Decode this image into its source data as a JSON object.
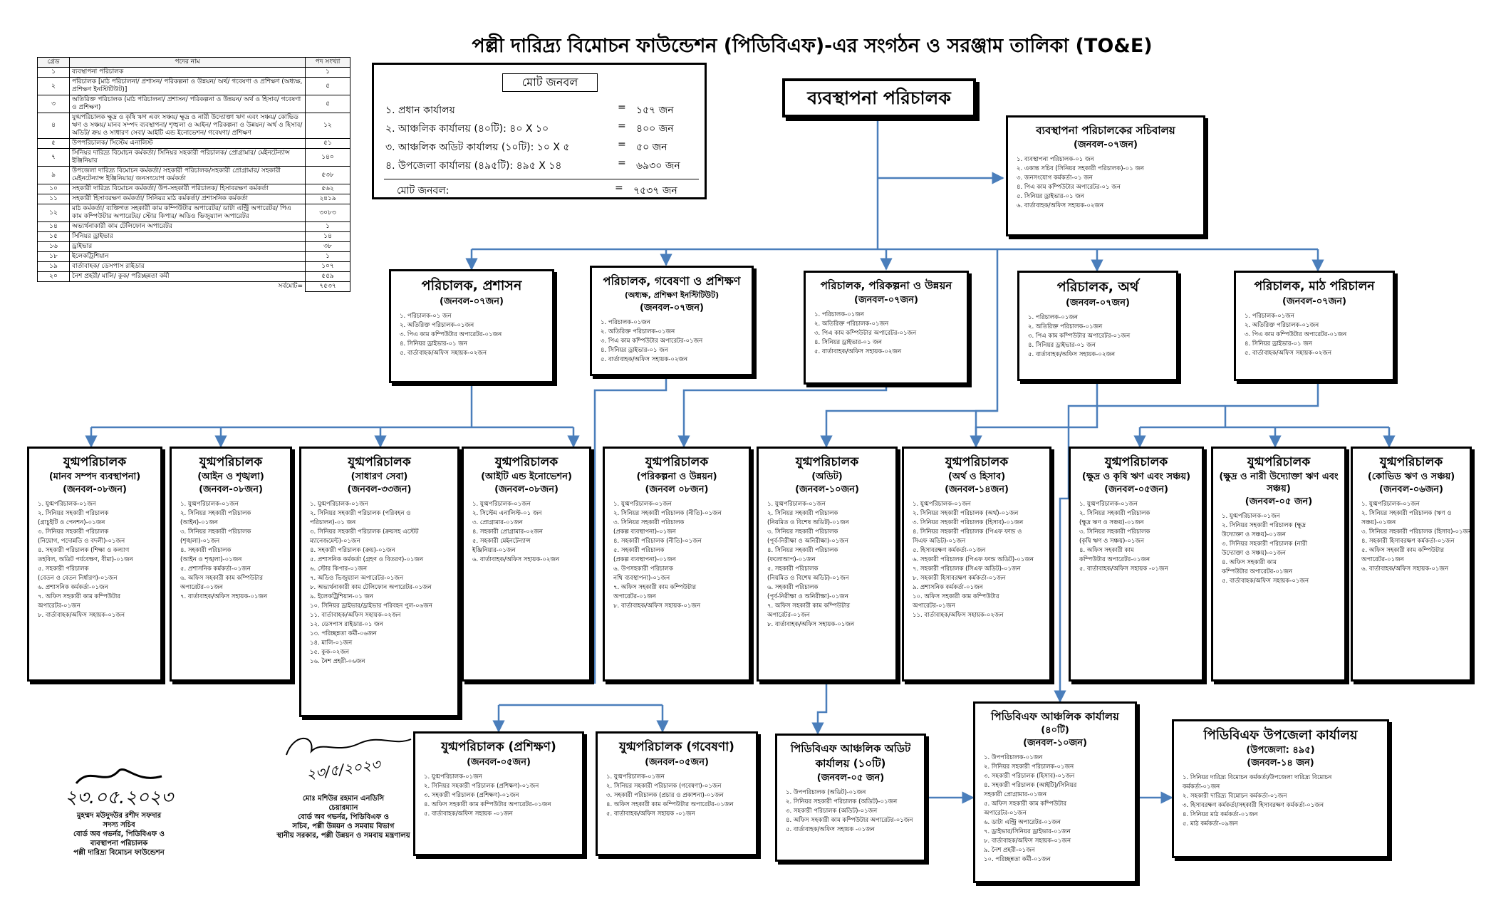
{
  "title": "পল্লী দারিদ্র্য বিমোচন ফাউন্ডেশন (পিডিবিএফ)-এর সংগঠন ও সরঞ্জাম তালিকা (TO&E)",
  "grade_table": {
    "headers": [
      "গ্রেড",
      "পদের নাম",
      "পদ সংখ্যা"
    ],
    "rows": [
      {
        "grade": "১",
        "post": "ব্যবস্থাপনা পরিচালক",
        "count": "১"
      },
      {
        "grade": "২",
        "post": "পরিচালক [মাঠ পরিচালনা/ প্রশাসন/ পরিকল্পনা ও উন্নয়ন/ অর্থ/ গবেষণা ও প্রশিক্ষণ (অধ্যক্ষ, প্রশিক্ষণ ইনস্টিটিউট)]",
        "count": "৫"
      },
      {
        "grade": "৩",
        "post": "অতিরিক্ত পরিচালক (মাঠ পরিচালনা/ প্রশাসন/ পরিকল্পনা ও উন্নয়ন/ অর্থ ও হিসাব/ গবেষণা ও প্রশিক্ষণ)",
        "count": "৫"
      },
      {
        "grade": "৪",
        "post": "যুগ্মপরিচালক ক্ষুদ্র ও কৃষি ঋণ এবং সঞ্চয়/ ক্ষুদ্র ও নারী উদ্যোক্তা ঋণ এবং সঞ্চয়/ কোভিড ঋণ ও সঞ্চয়/ মানব সম্পদ ব্যবস্থাপনা/ শৃঙ্খলা ও আইন/ পরিকল্পনা ও উন্নয়ন/ অর্থ ও হিসাব/ অডিট/ ক্রয় ও সাধারণ সেবা/ আইটি এন্ড ইনোভেশন/ গবেষণা/ প্রশিক্ষণ",
        "count": "১২"
      },
      {
        "grade": "৫",
        "post": "উপপরিচালক/ সিস্টেম এনালিস্ট",
        "count": "৫১"
      },
      {
        "grade": "৭",
        "post": "সিনিয়র দারিদ্র্য বিমোচন কর্মকর্তা/ সিনিয়র সহকারী পরিচালক/ প্রোগ্রামার/ মেইনটেন্যান্স ইঞ্জিনিয়ার",
        "count": "১৪০"
      },
      {
        "grade": "৯",
        "post": "উপজেলা দারিদ্র্য বিমোচন কর্মকর্তা/ সহকারী পরিচালক/সহকারী প্রোগ্রামার/ সহকারী মেইনটেন্যান্স ইঞ্জিনিয়ার/ জনসংযোগ কর্মকর্তা",
        "count": "৫৩৮"
      },
      {
        "grade": "১০",
        "post": "সহকারী দারিদ্র্য বিমোচন কর্মকর্তা/ উপ-সহকারী পরিচালক/ হিসাবরক্ষণ কর্মকর্তা",
        "count": "৫৬২"
      },
      {
        "grade": "১১",
        "post": "সহকারী হিসাবরক্ষণ কর্মকর্তা/ সিনিয়র মাঠ কর্মকর্তা/ প্রশাসনিক কর্মকর্তা",
        "count": "২৪১৯"
      },
      {
        "grade": "১২",
        "post": "মাঠ কর্মকর্তা/ ব্যক্তিগত সহকারী কাম কম্পিউটার অপারেটর/ ডাটা এন্ট্রি অপারেটর/ পিএ কাম কম্পিউটার অপারেটর/ স্টোর কিপার/ অডিও ভিজুয়্যাল অপারেটর",
        "count": "৩০৮৩"
      },
      {
        "grade": "১৪",
        "post": "অভ্যর্থনাকারী কাম টেলিফোন অপারেটর",
        "count": "১"
      },
      {
        "grade": "১৫",
        "post": "সিনিয়র ড্রাইভার",
        "count": "১৪"
      },
      {
        "grade": "১৬",
        "post": "ড্রাইভার",
        "count": "৩৮"
      },
      {
        "grade": "১৮",
        "post": "ইলেকট্রিশিয়ান",
        "count": "১"
      },
      {
        "grade": "১৯",
        "post": "বার্তাবাহক/ ডেসপাস রাইডার",
        "count": "১০৭"
      },
      {
        "grade": "২০",
        "post": "নৈশ প্রহরী/ মালি/ কুক/ পরিচ্ছন্নতা কর্মী",
        "count": "৫৫৯"
      }
    ],
    "total_label": "সর্বমোট=",
    "total_value": "৭৫৩৭"
  },
  "summary": {
    "heading": "মোট জনবল",
    "rows": [
      {
        "label": "১.   প্রধান কার্যালয়",
        "eq": "=",
        "value": "১৫৭ জন"
      },
      {
        "label": "২.   আঞ্চলিক কার্যালয় (৪০টি): ৪০ X ১০",
        "eq": "=",
        "value": "৪০০ জন"
      },
      {
        "label": "৩.   আঞ্চলিক অডিট কার্যালয় (১০টি): ১০ X ৫",
        "eq": "=",
        "value": "৫০ জন"
      },
      {
        "label": "৪.   উপজেলা কার্যালয় (৪৯৫টি): ৪৯৫ X ১৪",
        "eq": "=",
        "value": "৬৯৩০ জন"
      }
    ],
    "total_label": "মোট জনবল:",
    "total_eq": "=",
    "total_value": "৭৫৩৭ জন"
  },
  "md": "ব্যবস্থাপনা পরিচালক",
  "secretariat": {
    "title": "ব্যবস্থাপনা পরিচালকের সচিবালয়",
    "staff": "(জনবল-০৭জন)",
    "items": [
      "১.  ব্যবস্থাপনা পরিচালক-০১ জন",
      "২.  একান্ত সচিব (সিনিয়র সহকারী পরিচালক)-০১ জন",
      "৩.  জনসংযোগ কর্মকর্তা-০১ জন",
      "৪.  পিএ কাম কম্পিউটার অপারেটর-০১ জন",
      "৫.  সিনিয়র ড্রাইভার-০১ জন",
      "৬.  বার্তাবাহক/অফিস সহায়ক-০২জন"
    ]
  },
  "directors": [
    {
      "title": "পরিচালক, প্রশাসন",
      "sub": "",
      "staff": "(জনবল-০৭জন)",
      "items": [
        "১.  পরিচালক-০১ জন",
        "২.  অতিরিক্ত পরিচালক-০১জন",
        "৩.  পিএ কাম কম্পিউটার অপারেটর-০১জন",
        "৪.  সিনিয়র ড্রাইভার-০১ জন",
        "৫.  বার্তাবাহক/অফিস সহায়ক-০২জন"
      ]
    },
    {
      "title": "পরিচালক, গবেষণা ও প্রশিক্ষণ",
      "sub": "(অধ্যক্ষ, প্রশিক্ষণ ইনস্টিটিউট)",
      "staff": "(জনবল-০৭জন)",
      "items": [
        "১.  পরিচালক-০১জন",
        "২.  অতিরিক্ত পরিচালক-০১জন",
        "৩.  পিএ কাম কম্পিউটার অপারেটর-০১জন",
        "৪.  সিনিয়র ড্রাইভার-০১ জন",
        "৫.  বার্তাবাহক/অফিস সহায়ক-০২জন"
      ]
    },
    {
      "title": "পরিচালক, পরিকল্পনা ও উন্নয়ন",
      "sub": "",
      "staff": "(জনবল-০৭জন)",
      "items": [
        "১.  পরিচালক-০১জন",
        "২.  অতিরিক্ত পরিচালক-০১জন",
        "৩.  পিএ কাম কম্পিউটার অপারেটর-০১জন",
        "৪.  সিনিয়র ড্রাইভার-০১ জন",
        "৫.  বার্তাবাহক/অফিস সহায়ক-০২জন"
      ]
    },
    {
      "title": "পরিচালক, অর্থ",
      "sub": "",
      "staff": "(জনবল-০৭জন)",
      "items": [
        "১.  পরিচালক-০১জন",
        "২.  অতিরিক্ত পরিচালক-০১জন",
        "৩.  পিএ কাম কম্পিউটার অপারেটর-০১জন",
        "৪.  সিনিয়র ড্রাইভার-০১ জন",
        "৫.  বার্তাবাহক/অফিস সহায়ক-০২জন"
      ]
    },
    {
      "title": "পরিচালক, মাঠ পরিচালন",
      "sub": "",
      "staff": "(জনবল-০৭জন)",
      "items": [
        "১.  পরিচালক-০১জন",
        "২.  অতিরিক্ত পরিচালক-০১জন",
        "৩.  পিএ কাম কম্পিউটার অপারেটর-০১জন",
        "৪.  সিনিয়র ড্রাইভার-০১ জন",
        "৫.  বার্তাবাহক/অফিস সহায়ক-০২জন"
      ]
    }
  ],
  "joint_directors": [
    {
      "title": "যুগ্মপরিচালক",
      "sub": "(মানব সম্পদ ব্যবস্থাপনা)",
      "staff": "(জনবল-০৮জন)",
      "items": [
        "১.  যুগ্মপরিচালক-০১জন",
        "২.  সিনিয়র সহকারী পরিচালক",
        "     (গ্রাচুইটি ও পেনশন)-০১জন",
        "৩.  সিনিয়র সহকারী পরিচালক",
        "     (নিয়োগ, পদোন্নতি ও বদলী)-০১জন",
        "৪.  সহকারী পরিচালক (শিক্ষা ও কল্যাণ",
        "     তহবিল, অডিট পর্যবেক্ষণ, বীমা)-০১জন",
        "৫.  সহকারী পরিচালক",
        "     (বেতন ও বেতন নির্ধারণ)-০১জন",
        "৬.  প্রশাসনিক কর্মকর্তা-০১জন",
        "৭.  অফিস সহকারী কাম কম্পিউটার",
        "     অপারেটর-০১জন",
        "৮.  বার্তাবাহক/অফিস সহায়ক-০১জন"
      ]
    },
    {
      "title": "যুগ্মপরিচালক",
      "sub": "(আইন ও শৃঙ্খলা)",
      "staff": "(জনবল-০৮জন)",
      "items": [
        "১.  যুগ্মপরিচালক-০১জন",
        "২.  সিনিয়র সহকারী পরিচালক",
        "     (আইন)-০১জন",
        "৩.  সিনিয়র সহকারী পরিচালক",
        "     (শৃঙ্খলা)-০১জন",
        "৪.  সহকারী পরিচালক",
        "     (আইন ও শৃঙ্খলা)-০১জন",
        "৫.  প্রশাসনিক কর্মকর্তা-০১জন",
        "৬.  অফিস সহকারী কাম কম্পিউটার",
        "     অপারেটর-০১জন",
        "৭.  বার্তাবাহক/অফিস সহায়ক-০১জন"
      ]
    },
    {
      "title": "যুগ্মপরিচালক",
      "sub": "(সাধারণ সেবা)",
      "staff": "(জনবল-৩৩জন)",
      "items": [
        "১.  যুগ্মপরিচালক-০১জন",
        "২.  সিনিয়র সহকারী পরিচালক (পরিবহন ও",
        "     পরিচালন)-০১ জন",
        "৩.  সিনিয়র সহকারী পরিচালক (ক্রয়সহ এস্টেট",
        "     ম্যানেজমেন্ট)-০১জন",
        "৪.  সহকারী পরিচালক (ক্রয়)-০১জন",
        "৫.  প্রশাসনিক কর্মকর্তা (গ্রহণ ও বিতরণ)-০১জন",
        "৬.  স্টোর কিপার-০১জন",
        "৭.  অডিও ভিজুয়্যাল অপারেটর-০১জন",
        "৮.  অভ্যর্থনাকারী কাম টেলিফোন অপারেটর-০১জন",
        "৯.  ইলেকট্রিশিয়ান-০১ জন",
        "১০. সিনিয়র ড্রাইভার/ড্রাইভার পরিবহন পুল-০৬জন",
        "১১. বার্তাবাহক/অফিস সহায়ক-০২জন",
        "১২. ডেসপাস রাইডার-০১ জন",
        "১৩. পরিচ্ছন্নতা কর্মী-০৬জন",
        "১৪. মালি-০১জন",
        "১৫. কুক-০২জন",
        "১৬. নৈশ প্রহরী-০৬জন"
      ]
    },
    {
      "title": "যুগ্মপরিচালক",
      "sub": "(আইটি এন্ড ইনোভেশন)",
      "staff": "(জনবল-০৮জন)",
      "items": [
        "১.  যুগ্মপরিচালক-০১জন",
        "২.  সিস্টেম এনালিস্ট-০১ জন",
        "৩.  প্রোগ্রামার-০১জন",
        "৪.  সহকারী প্রোগ্রামার-০২জন",
        "৫.  সহকারী মেইনটেন্যান্স",
        "     ইঞ্জিনিয়ার-০১জন",
        "৬.  বার্তাবাহক/অফিস সহায়ক-০২জন"
      ]
    },
    {
      "title": "যুগ্মপরিচালক",
      "sub": "(পরিকল্পনা ও উন্নয়ন)",
      "staff": "(জনবল ০৮জন)",
      "items": [
        "১.  যুগ্মপরিচালক-০১জন",
        "২.  সিনিয়র সহকারী পরিচালক (নীতি)-০১জন",
        "৩.  সিনিয়র সহকারী পরিচালক",
        "     (প্রকল্প ব্যবস্থাপনা)-০১জন",
        "৪.  সহকারী পরিচালক (নীতি)-০১জন",
        "৫.  সহকারী পরিচালক",
        "     (প্রকল্প ব্যবস্থাপনা)-০১জন",
        "৬.  উপসহকারী পরিচালক",
        "     নথি ব্যবস্থাপনা)-০১জন",
        "৭.  অফিস সহকারী কাম কম্পিউটার",
        "     অপারেটর-০১জন",
        "৮.  বার্তাবাহক/অফিস সহায়ক-০১জন"
      ]
    },
    {
      "title": "যুগ্মপরিচালক",
      "sub": "(অডিট)",
      "staff": "(জনবল-১০জন)",
      "items": [
        "১.  যুগ্মপরিচালক-০১জন",
        "২.  সিনিয়র সহকারী পরিচালক",
        "     (নিয়মিত ও বিশেষ অডিট)-০১জন",
        "৩.  সিনিয়র সহকারী পরিচালক",
        "     (পূর্ব-নিরীক্ষা ও অনিরীক্ষা)-০১জন",
        "৪.  সিনিয়র সহকারী পরিচালক",
        "     (ফলোআপ)-০১জন",
        "৫.  সহকারী পরিচালক",
        "     (নিয়মিত ও বিশেষ অডিট)-০১জন",
        "৬.  সহকারী পরিচালক",
        "     (পূর্ব-নিরীক্ষা ও অনিরীক্ষা)-০১জন",
        "৭.  অফিস সহকারী কাম কম্পিউটার",
        "     অপারেটর-০১জন",
        "৮.  বার্তাবাহক/অফিস সহায়ক-০১জন"
      ]
    },
    {
      "title": "যুগ্মপরিচালক",
      "sub": "(অর্থ ও হিসাব)",
      "staff": "(জনবল-১৪জন)",
      "items": [
        "১.  যুগ্মপরিচালক-০১জন",
        "২.  সিনিয়র সহকারী পরিচালক (অর্থ)-০১জন",
        "৩.  সিনিয়র সহকারী পরিচালক (হিসাব)-০১জন",
        "৪.  সিনিয়র সহকারী পরিচালক (পিএফ ফান্ড ও",
        "     সিএফ অডিট)-০১জন",
        "৫.  হিসাবরক্ষণ কর্মকর্তা-০১জন",
        "৬.  সহকারী পরিচালক (পিএফ ফান্ড অডিট)-০১জন",
        "৭.  সহকারী পরিচালক (সিএফ অডিট)-০১জন",
        "৮.  সহকারী হিসাবরক্ষণ কর্মকর্তা-০১জন",
        "৯.  প্রশাসনিক কর্মকর্তা-০১জন",
        "১০. অফিস সহকারী কাম কম্পিউটার",
        "     অপারেটর-০১জন",
        "১১. বার্তাবাহক/অফিস সহায়ক-০২জন"
      ]
    },
    {
      "title": "যুগ্মপরিচালক",
      "sub": "(ক্ষুদ্র ও কৃষি ঋণ এবং সঞ্চয়)",
      "staff": "(জনবল-০৫জন)",
      "items": [
        "১.  যুগ্মপরিচালক-০১জন",
        "২.  সিনিয়র সহকারী পরিচালক",
        "     (ক্ষুদ্র ঋণ ও সঞ্চয়)-০১জন",
        "৩.  সিনিয়র সহকারী পরিচালক",
        "     (কৃষি ঋণ ও সঞ্চয়)-০১জন",
        "৪.  অফিস সহকারী কাম",
        "     কম্পিউটার অপারেটর-০১জন",
        "৫.  বার্তাবাহক/অফিস সহায়ক -০১জন"
      ]
    },
    {
      "title": "যুগ্মপরিচালক",
      "sub": "(ক্ষুদ্র ও নারী উদ্যোক্তা ঋণ এবং সঞ্চয়)",
      "staff": "(জনবল-০৫ জন)",
      "items": [
        "১.  যুগ্মপরিচালক-০১জন",
        "২.  সিনিয়র সহকারী পরিচালক (ক্ষুদ্র",
        "     উদ্যোক্তা ও সঞ্চয়)-০১জন",
        "৩.  সিনিয়র সহকারী পরিচালক (নারী",
        "     উদ্যোক্তা ও সঞ্চয়)-০১জন",
        "৪.  অফিস সহকারী কাম",
        "     কম্পিউটার অপারেটর-০১জন",
        "৫.  বার্তাবাহক/অফিস সহায়ক-০১জন"
      ]
    },
    {
      "title": "যুগ্মপরিচালক",
      "sub": "(কোভিড ঋণ ও সঞ্চয়)",
      "staff": "(জনবল-০৬জন)",
      "items": [
        "১.  যুগ্মপরিচালক-০১জন",
        "২.  সিনিয়র সহকারী পরিচালক (ঋণ ও",
        "     সঞ্চয়)-০১জন",
        "৩.  সিনিয়র সহকারী পরিচালক (হিসাব)-০১জন",
        "৪.  সহকারী হিসাবরক্ষণ কর্মকর্তা-০১জন",
        "৫.  অফিস সহকারী কাম কম্পিউটার",
        "     অপারেটর-০১জন",
        "৬.  বার্তাবাহক/অফিস সহায়ক-০১জন"
      ]
    }
  ],
  "training": {
    "title": "যুগ্মপরিচালক (প্রশিক্ষণ)",
    "staff": "(জনবল-০৫জন)",
    "items": [
      "১.  যুগ্মপরিচালক-০১জন",
      "২.  সিনিয়র সহকারী পরিচালক (প্রশিক্ষণ)-০১জন",
      "৩.  সহকারী পরিচালক (প্রশিক্ষণ)-০১জন",
      "৪.  অফিস সহকারী কাম কম্পিউটার অপারেটর-০১জন",
      "৫.  বার্তাবাহক/অফিস সহায়ক -০১জন"
    ]
  },
  "research": {
    "title": "যুগ্মপরিচালক (গবেষণা)",
    "staff": "(জনবল-০৫জন)",
    "items": [
      "১.  যুগ্মপরিচালক-০১জন",
      "২.  সিনিয়র সহকারী পরিচালক (গবেষণা)-০১জন",
      "৩.  সহকারী পরিচালক (প্রচার ও প্রকাশনা)-০১জন",
      "৪.  অফিস সহকারী কাম কম্পিউটার অপারেটর-০১জন",
      "৫.  বার্তাবাহক/অফিস সহায়ক -০১জন"
    ]
  },
  "audit_office": {
    "title": "পিডিবিএফ আঞ্চলিক অডিট কার্যালয় (১০টি)",
    "staff": "(জনবল-০৫ জন)",
    "items": [
      "১.  উপপরিচালক (অডিট)-০১জন",
      "২.  সিনিয়র সহকারী পরিচালক (অডিট)-০১জন",
      "৩.  সহকারী পরিচালক (অডিট)-০১জন",
      "৪.  অফিস সহকারী কাম কম্পিউটার অপারেটর-০১জন",
      "৫.  বার্তাবাহক/অফিস সহায়ক -০১জন"
    ]
  },
  "regional_office": {
    "title": "পিডিবিএফ আঞ্চলিক কার্যালয়",
    "count": "(৪০টি)",
    "staff": "(জনবল-১০জন)",
    "items": [
      "১.  উপপরিচালক-০১জন",
      "২.  সিনিয়র সহকারী পরিচালক-০১জন",
      "৩.  সহকারী পরিচালক (হিসাব)-০১জন",
      "৪.  সহকারী পরিচালক (আইটি)/সিনিয়র",
      "     সহকারী প্রোগ্রামার-০১জন",
      "৫.  অফিস সহকারী কাম কম্পিউটার",
      "     অপারেটর-০১জন",
      "৬.  ডাটা এন্ট্রি অপারেটর-০১জন",
      "৭.  ড্রাইভার/সিনিয়র ড্রাইভার-০১জন",
      "৮.  বার্তাবাহক/অফিস সহায়ক-০১জন",
      "৯.  নৈশ প্রহরী-০১জন",
      "১০. পরিচ্ছন্নতা কর্মী-০১জন"
    ]
  },
  "upazila_office": {
    "title": "পিডিবিএফ উপজেলা কার্যালয়",
    "count": "(উপজেলা: ৪৯৫)",
    "staff": "(জনবল-১৪ জন)",
    "items": [
      "১.  সিনিয়র দারিদ্র্য বিমোচন কর্মকর্তা/উপজেলা দারিদ্র্য বিমোচন",
      "     কর্মকর্তা-০১জন",
      "২.  সহকারী দারিদ্র্য বিমোচন কর্মকর্তা-০১জন",
      "৩.  হিসাবরক্ষণ কর্মকর্তা/সহকারী হিসাবরক্ষণ কর্মকর্তা-০১জন",
      "৪.  সিনিয়র মাঠ কর্মকর্তা-০১জন",
      "৫.  মাঠ কর্মকর্তা-০৯জন"
    ]
  },
  "signatures": [
    {
      "date": "২৩.০৫.২০২৩",
      "name": "মুহম্মদ মউদুদউর রশীদ সফদার",
      "lines": [
        "সদস্য সচিব",
        "বোর্ড অব গভর্নর, পিডিবিএফ ও",
        "ব্যবস্থাপনা পরিচালক",
        "পল্লী দারিদ্র্য বিমোচন ফাউন্ডেশন"
      ]
    },
    {
      "date": "২৩/৫/২০২৩",
      "name": "মোঃ মশিউর রহমান এনডিসি",
      "lines": [
        "চেয়ারম্যান",
        "বোর্ড অব গভর্নর, পিডিবিএফ ও",
        "সচিব, পল্লী উন্নয়ন ও সমবায় বিভাগ",
        "স্থানীয় সরকার, পল্লী উন্নয়ন ও সমবায় মন্ত্রণালয়"
      ]
    }
  ],
  "colors": {
    "connector": "#4a7ebb",
    "border": "#000000"
  }
}
